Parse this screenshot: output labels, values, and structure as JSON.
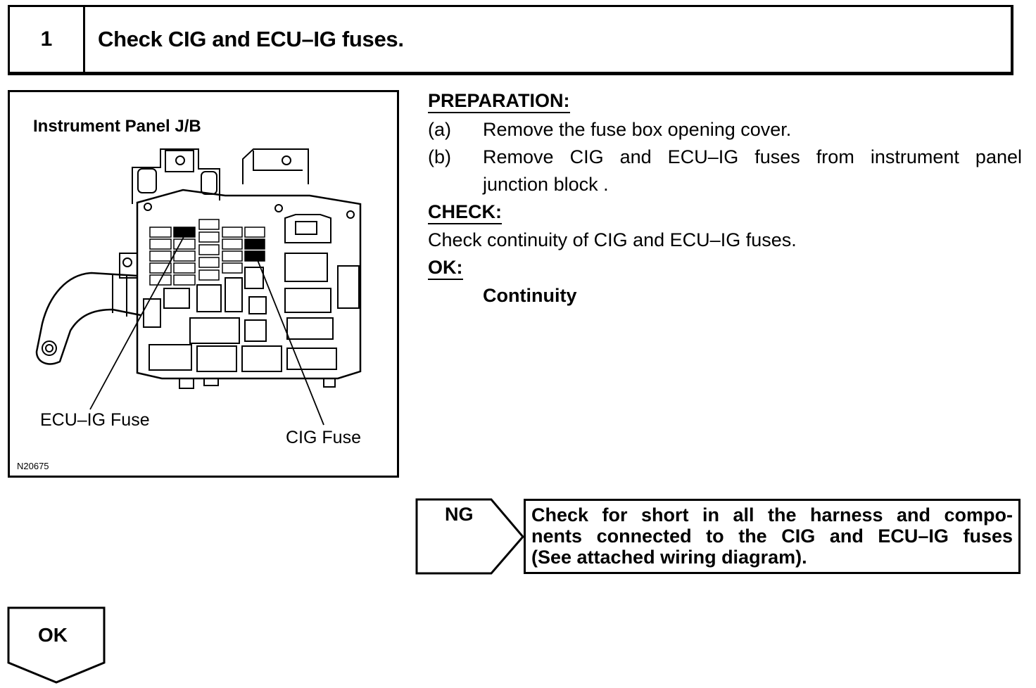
{
  "step": {
    "number": "1",
    "title": "Check CIG and ECU–IG fuses."
  },
  "figure": {
    "title": "Instrument Panel J/B",
    "label_ecu": "ECU–IG Fuse",
    "label_cig": "CIG Fuse",
    "code": "N20675"
  },
  "preparation": {
    "heading": "PREPARATION:",
    "items": [
      {
        "letter": "(a)",
        "text": "Remove the fuse box opening cover."
      },
      {
        "letter": "(b)",
        "text_line1": "Remove CIG and ECU–IG fuses from instrument panel",
        "text_line2": "junction block ."
      }
    ]
  },
  "check": {
    "heading": "CHECK:",
    "text": "Check continuity of CIG and ECU–IG fuses."
  },
  "ok_section": {
    "heading": "OK:",
    "result": "Continuity"
  },
  "ng": {
    "label": "NG",
    "action_line1": "Check for short in all the harness and compo-",
    "action_line2": "nents connected to the CIG and ECU–IG fuses",
    "action_line3": "(See attached wiring diagram)."
  },
  "ok_arrow": {
    "label": "OK"
  }
}
